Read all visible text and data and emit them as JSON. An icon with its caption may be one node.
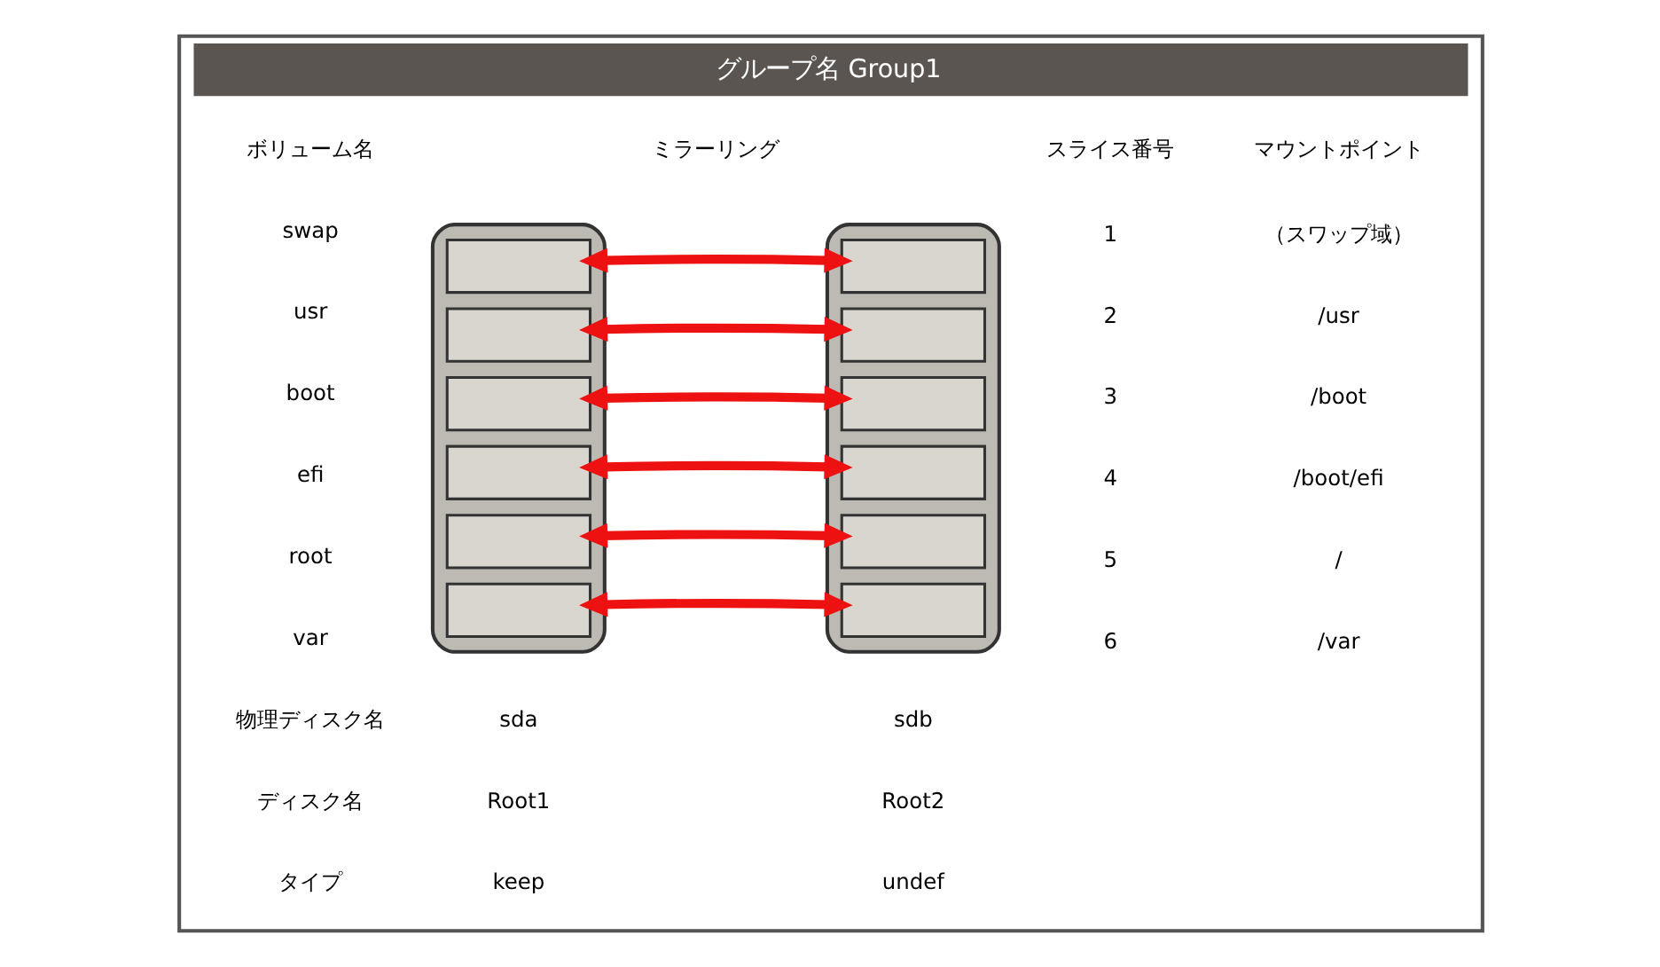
{
  "diagram": {
    "nodes": [
      {
        "text": [
          "グループ名 Group1"
        ]
      },
      {
        "text": [],
        "shape": "cylinder",
        "in": 0
      },
      {
        "text": [],
        "shape": "box",
        "in": 1
      },
      {
        "text": [],
        "shape": "box",
        "in": 1
      },
      {
        "text": [],
        "shape": "box",
        "in": 1
      },
      {
        "text": [],
        "shape": "box",
        "in": 1
      },
      {
        "text": [],
        "shape": "box",
        "in": 1
      },
      {
        "text": [],
        "shape": "box",
        "in": 1
      },
      {
        "text": [],
        "shape": "cylinder",
        "in": 0
      },
      {
        "text": [],
        "shape": "box",
        "in": 8
      },
      {
        "text": [],
        "shape": "box",
        "in": 8
      },
      {
        "text": [],
        "shape": "box",
        "in": 8
      },
      {
        "text": [],
        "shape": "box",
        "in": 8
      },
      {
        "text": [],
        "shape": "box",
        "in": 8
      },
      {
        "text": [],
        "shape": "box",
        "in": 8
      }
    ],
    "edges": [
      {
        "from": 2,
        "to": 9,
        "arrow": "both"
      },
      {
        "from": 3,
        "to": 10,
        "arrow": "both"
      },
      {
        "from": 4,
        "to": 11,
        "arrow": "both"
      },
      {
        "from": 5,
        "to": 12,
        "arrow": "both"
      },
      {
        "from": 6,
        "to": 13,
        "arrow": "both"
      },
      {
        "from": 7,
        "to": 14,
        "arrow": "both"
      }
    ],
    "labels": [
      "ボリューム名",
      "ミラーリング",
      "スライス番号",
      "マウントポイント",
      "swap",
      "1",
      "（スワップ域）",
      "usr",
      "2",
      "/usr",
      "boot",
      "3",
      "/boot",
      "efi",
      "4",
      "/boot/efi",
      "root",
      "5",
      "/",
      "var",
      "6",
      "/var",
      "物理ディスク名",
      "sda",
      "sdb",
      "ディスク名",
      "Root1",
      "Root2",
      "タイプ",
      "keep",
      "undef"
    ]
  }
}
